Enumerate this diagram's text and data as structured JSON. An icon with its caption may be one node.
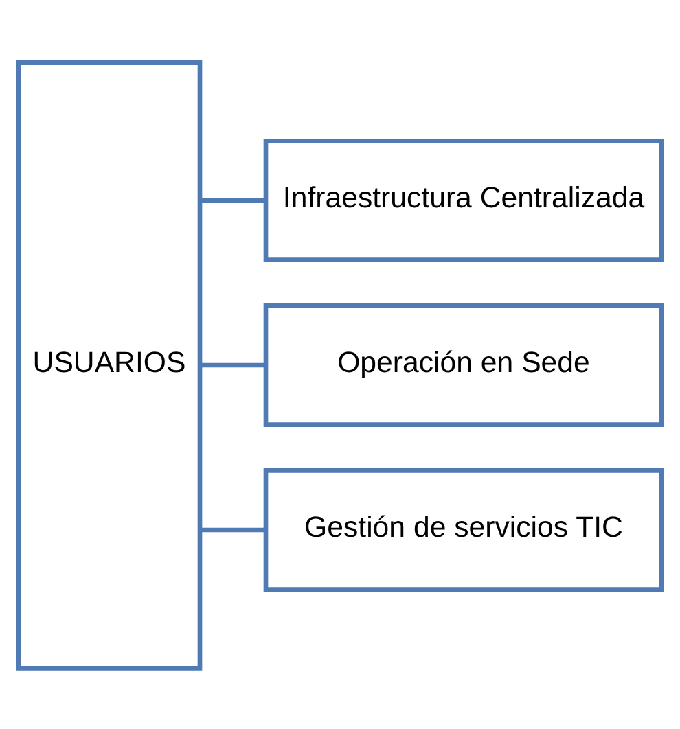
{
  "diagram": {
    "nodes": [
      {
        "text": [
          "USUARIOS"
        ]
      },
      {
        "text": [
          "Infraestructura Centralizada"
        ]
      },
      {
        "text": [
          "Operación en Sede"
        ]
      },
      {
        "text": [
          "Gestión de servicios TIC"
        ]
      }
    ],
    "edges": [
      {
        "from": 0,
        "to": 1,
        "arrow": "none"
      },
      {
        "from": 0,
        "to": 2,
        "arrow": "none"
      },
      {
        "from": 0,
        "to": 3,
        "arrow": "none"
      }
    ]
  }
}
